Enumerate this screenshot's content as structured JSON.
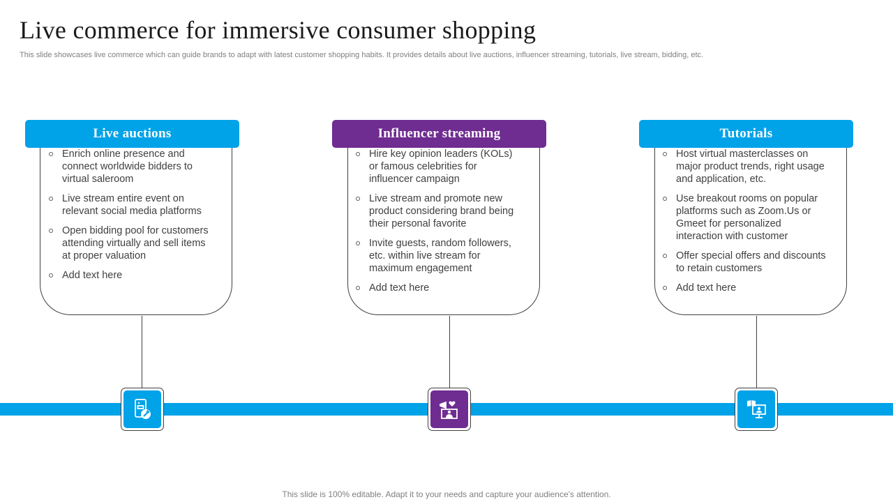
{
  "slide": {
    "title": "Live commerce for immersive consumer shopping",
    "subtitle": "This slide showcases live commerce which can guide brands to adapt with latest customer shopping habits. It provides details about live auctions, influencer streaming, tutorials, live stream, bidding, etc.",
    "footer": "This slide is 100% editable. Adapt it to your needs and capture your audience's attention."
  },
  "colors": {
    "blue": "#00a2e8",
    "purple": "#6f2c91",
    "text": "#404040"
  },
  "cards": [
    {
      "heading": "Live auctions",
      "icon": "mobile-auction-icon",
      "items": [
        "Enrich online presence and connect worldwide bidders to virtual saleroom",
        "Live stream entire event on relevant social media platforms",
        "Open bidding pool for customers attending virtually and sell items at proper valuation",
        "Add text here"
      ]
    },
    {
      "heading": "Influencer streaming",
      "icon": "influencer-megaphone-icon",
      "items": [
        "Hire key opinion leaders (KOLs) or famous celebrities for influencer campaign",
        "Live stream and promote new product considering brand being their personal favorite",
        "Invite guests, random followers, etc. within live stream for maximum engagement",
        "Add text here"
      ]
    },
    {
      "heading": "Tutorials",
      "icon": "online-tutorial-icon",
      "items": [
        "Host virtual masterclasses on major product trends, right usage and application, etc.",
        "Use breakout rooms on popular platforms such as Zoom.Us or Gmeet for personalized interaction with customer",
        "Offer special offers and discounts to retain customers",
        "Add text here"
      ]
    }
  ]
}
